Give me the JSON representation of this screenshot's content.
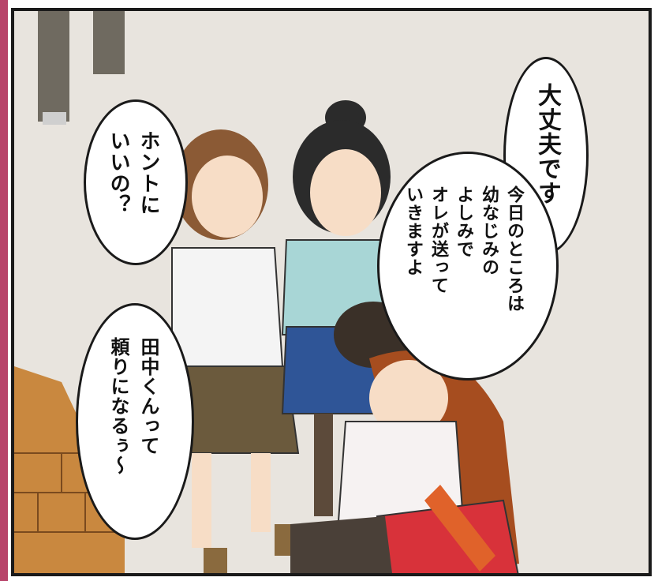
{
  "bubbles": {
    "daijoubu": "大丈夫です",
    "kyou": "今日のところは\n幼なじみの\nよしみで\nオレが送って\nいきますよ",
    "honto": "ホントに\nいいの？",
    "tanaka": "田中くんって\n頼りになるぅ〜"
  },
  "colors": {
    "wall": "#e8e4de",
    "frame": "#1a1a1a",
    "accent_strip": "#b8446a"
  }
}
